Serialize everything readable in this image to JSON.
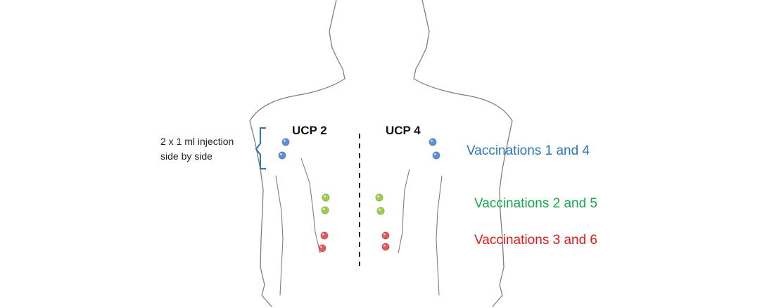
{
  "labels": {
    "left_region": "UCP 2",
    "right_region": "UCP 4",
    "injection_line1": "2 x 1 ml injection",
    "injection_line2": "side by side"
  },
  "legend": [
    {
      "key": "blue",
      "text": "Vaccinations 1 and 4",
      "color": "#2e75b6"
    },
    {
      "key": "green",
      "text": "Vaccinations 2 and 5",
      "color": "#17a84b"
    },
    {
      "key": "red",
      "text": "Vaccinations 3 and 6",
      "color": "#e01b1b"
    }
  ],
  "dot_colors": {
    "blue": "#5b8fd6",
    "green": "#9bd147",
    "red": "#e5585a"
  }
}
